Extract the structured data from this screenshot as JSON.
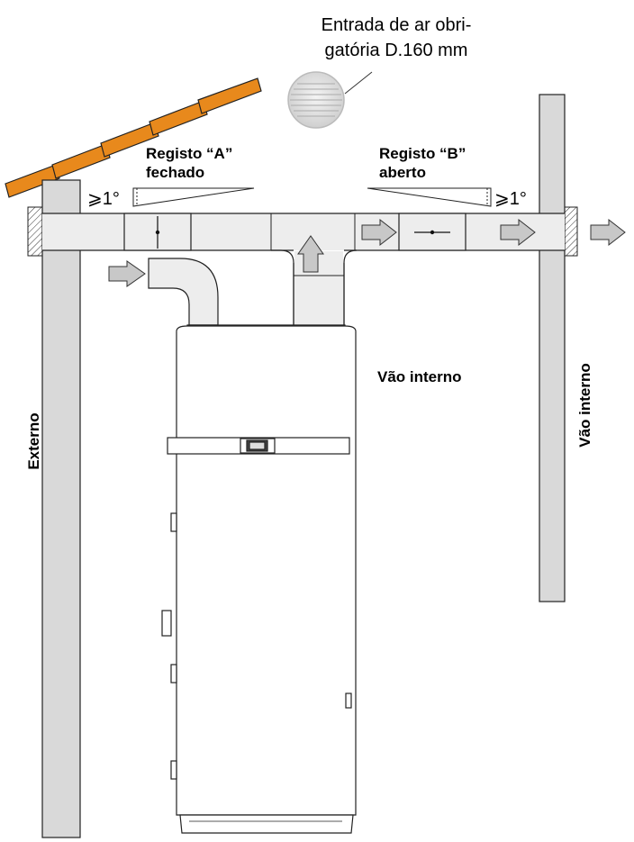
{
  "air_inlet": {
    "line1": "Entrada de ar obri-",
    "line2": "gatória D.160 mm"
  },
  "register_a": {
    "line1": "Registo “A”",
    "line2": "fechado"
  },
  "register_b": {
    "line1": "Registo “B”",
    "line2": "aberto"
  },
  "slope": {
    "left": "⩾1°",
    "right": "⩾1°"
  },
  "labels": {
    "inner_space": "Vão interno",
    "inner_space_wall": "Vão interno",
    "exterior": "Externo"
  },
  "colors": {
    "roof": "#e8891c",
    "wall": "#d9d9d9",
    "duct": "#ededed",
    "arrow": "#c8c8c8",
    "line": "#000000"
  }
}
